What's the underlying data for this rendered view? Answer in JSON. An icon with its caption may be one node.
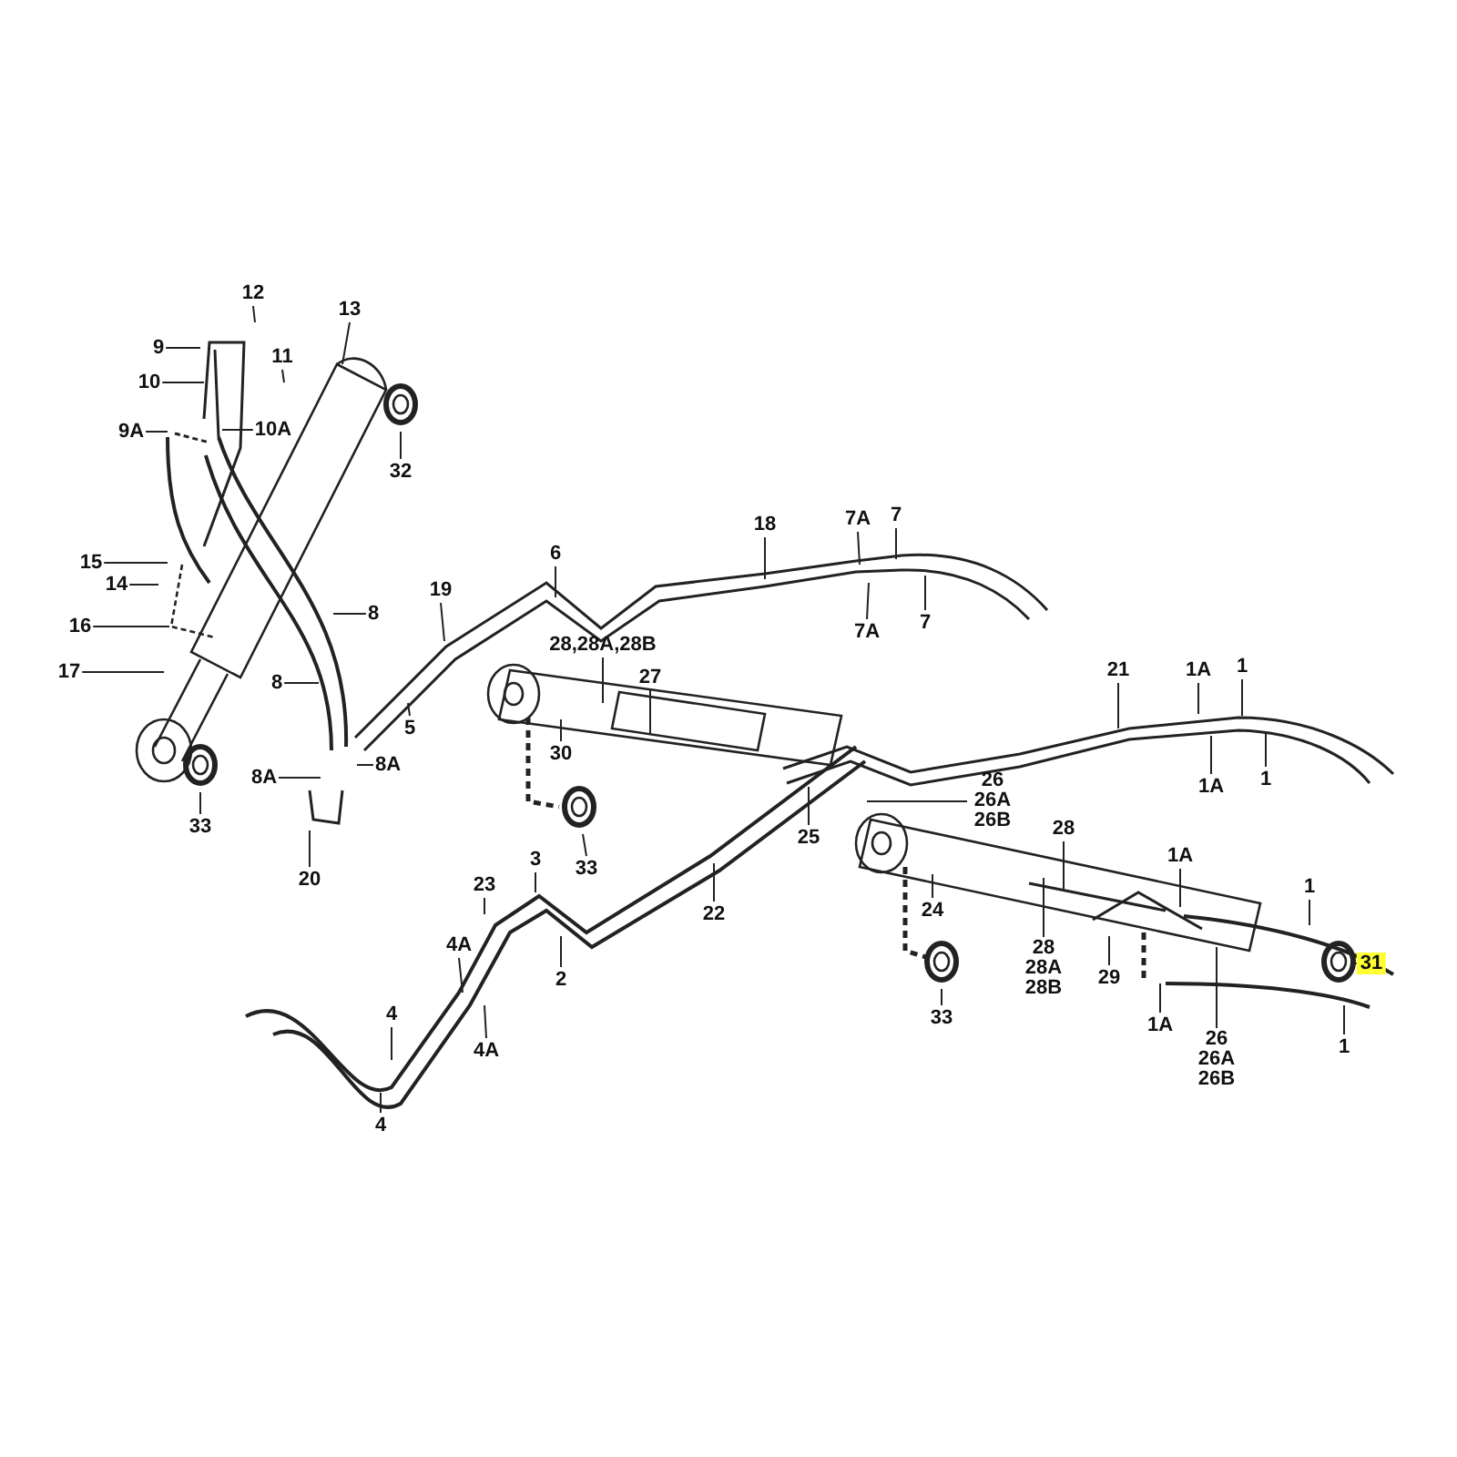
{
  "diagram": {
    "nodes": [
      {
        "text": [
          "12"
        ]
      },
      {
        "text": [
          "11"
        ]
      },
      {
        "text": [
          "13"
        ]
      },
      {
        "text": [
          "9"
        ]
      },
      {
        "text": [
          "10"
        ]
      },
      {
        "text": [
          "9A"
        ]
      },
      {
        "text": [
          "10A"
        ]
      },
      {
        "text": [
          "32"
        ]
      },
      {
        "text": [
          "15"
        ]
      },
      {
        "text": [
          "14"
        ]
      },
      {
        "text": [
          "16"
        ]
      },
      {
        "text": [
          "17"
        ]
      },
      {
        "text": [
          "8"
        ]
      },
      {
        "text": [
          "8"
        ]
      },
      {
        "text": [
          "19"
        ]
      },
      {
        "text": [
          "5"
        ]
      },
      {
        "text": [
          "8A"
        ]
      },
      {
        "text": [
          "8A"
        ]
      },
      {
        "text": [
          "20"
        ]
      },
      {
        "text": [
          "33"
        ]
      },
      {
        "text": [
          "6"
        ]
      },
      {
        "text": [
          "18"
        ]
      },
      {
        "text": [
          "7A"
        ]
      },
      {
        "text": [
          "7"
        ]
      },
      {
        "text": [
          "7A"
        ]
      },
      {
        "text": [
          "7"
        ]
      },
      {
        "text": [
          "28,28A,28B"
        ]
      },
      {
        "text": [
          "27"
        ]
      },
      {
        "text": [
          "30"
        ]
      },
      {
        "text": [
          "33"
        ]
      },
      {
        "text": [
          "21"
        ]
      },
      {
        "text": [
          "1A"
        ]
      },
      {
        "text": [
          "1"
        ]
      },
      {
        "text": [
          "1A"
        ]
      },
      {
        "text": [
          "1"
        ]
      },
      {
        "text": [
          "26 26A 26B"
        ]
      },
      {
        "text": [
          "25"
        ]
      },
      {
        "text": [
          "3"
        ]
      },
      {
        "text": [
          "23"
        ]
      },
      {
        "text": [
          "22"
        ]
      },
      {
        "text": [
          "2"
        ]
      },
      {
        "text": [
          "4A"
        ]
      },
      {
        "text": [
          "4A"
        ]
      },
      {
        "text": [
          "4"
        ]
      },
      {
        "text": [
          "4"
        ]
      },
      {
        "text": [
          "24"
        ]
      },
      {
        "text": [
          "33"
        ]
      },
      {
        "text": [
          "28"
        ]
      },
      {
        "text": [
          "28 28A 28B"
        ]
      },
      {
        "text": [
          "29"
        ]
      },
      {
        "text": [
          "1A"
        ]
      },
      {
        "text": [
          "1"
        ]
      },
      {
        "text": [
          "31"
        ]
      },
      {
        "text": [
          "1A"
        ]
      },
      {
        "text": [
          "26 26A 26B"
        ]
      },
      {
        "text": [
          "1"
        ]
      }
    ],
    "edges": [
      {
        "from": 0,
        "to": null,
        "arrow": "none"
      },
      {
        "from": 1,
        "to": null,
        "arrow": "none"
      },
      {
        "from": 2,
        "to": null,
        "arrow": "none"
      },
      {
        "from": 3,
        "to": null,
        "arrow": "none"
      },
      {
        "from": 4,
        "to": null,
        "arrow": "none"
      },
      {
        "from": 5,
        "to": null,
        "arrow": "none"
      },
      {
        "from": 6,
        "to": null,
        "arrow": "none"
      },
      {
        "from": 7,
        "to": null,
        "arrow": "none"
      },
      {
        "from": 8,
        "to": null,
        "arrow": "none"
      },
      {
        "from": 9,
        "to": null,
        "arrow": "none"
      },
      {
        "from": 10,
        "to": null,
        "arrow": "none"
      },
      {
        "from": 11,
        "to": null,
        "arrow": "none"
      },
      {
        "from": 12,
        "to": null,
        "arrow": "none"
      },
      {
        "from": 13,
        "to": null,
        "arrow": "none"
      },
      {
        "from": 14,
        "to": null,
        "arrow": "none"
      },
      {
        "from": 15,
        "to": null,
        "arrow": "none"
      },
      {
        "from": 16,
        "to": null,
        "arrow": "none"
      },
      {
        "from": 17,
        "to": null,
        "arrow": "none"
      },
      {
        "from": 18,
        "to": null,
        "arrow": "none"
      },
      {
        "from": 19,
        "to": null,
        "arrow": "none"
      },
      {
        "from": 20,
        "to": null,
        "arrow": "none"
      },
      {
        "from": 21,
        "to": null,
        "arrow": "none"
      },
      {
        "from": 22,
        "to": null,
        "arrow": "none"
      },
      {
        "from": 23,
        "to": null,
        "arrow": "none"
      },
      {
        "from": 24,
        "to": null,
        "arrow": "none"
      },
      {
        "from": 25,
        "to": null,
        "arrow": "none"
      },
      {
        "from": 26,
        "to": null,
        "arrow": "none"
      },
      {
        "from": 27,
        "to": null,
        "arrow": "none"
      },
      {
        "from": 28,
        "to": null,
        "arrow": "none"
      },
      {
        "from": 29,
        "to": null,
        "arrow": "none"
      },
      {
        "from": 30,
        "to": null,
        "arrow": "none"
      },
      {
        "from": 31,
        "to": null,
        "arrow": "none"
      },
      {
        "from": 32,
        "to": null,
        "arrow": "none"
      },
      {
        "from": 33,
        "to": null,
        "arrow": "none"
      },
      {
        "from": 34,
        "to": null,
        "arrow": "none"
      },
      {
        "from": 35,
        "to": null,
        "arrow": "none"
      },
      {
        "from": 36,
        "to": null,
        "arrow": "none"
      },
      {
        "from": 37,
        "to": null,
        "arrow": "none"
      },
      {
        "from": 38,
        "to": null,
        "arrow": "none"
      },
      {
        "from": 39,
        "to": null,
        "arrow": "none"
      },
      {
        "from": 40,
        "to": null,
        "arrow": "none"
      },
      {
        "from": 41,
        "to": null,
        "arrow": "none"
      },
      {
        "from": 42,
        "to": null,
        "arrow": "none"
      },
      {
        "from": 43,
        "to": null,
        "arrow": "none"
      },
      {
        "from": 44,
        "to": null,
        "arrow": "none"
      },
      {
        "from": 45,
        "to": null,
        "arrow": "none"
      },
      {
        "from": 46,
        "to": null,
        "arrow": "none"
      },
      {
        "from": 47,
        "to": null,
        "arrow": "none"
      },
      {
        "from": 48,
        "to": null,
        "arrow": "none"
      },
      {
        "from": 49,
        "to": null,
        "arrow": "none"
      },
      {
        "from": 50,
        "to": null,
        "arrow": "none"
      },
      {
        "from": 51,
        "to": null,
        "arrow": "none"
      },
      {
        "from": 52,
        "to": null,
        "arrow": "none"
      },
      {
        "from": 53,
        "to": null,
        "arrow": "none"
      },
      {
        "from": 54,
        "to": null,
        "arrow": "none"
      },
      {
        "from": 55,
        "to": null,
        "arrow": "none"
      }
    ]
  }
}
